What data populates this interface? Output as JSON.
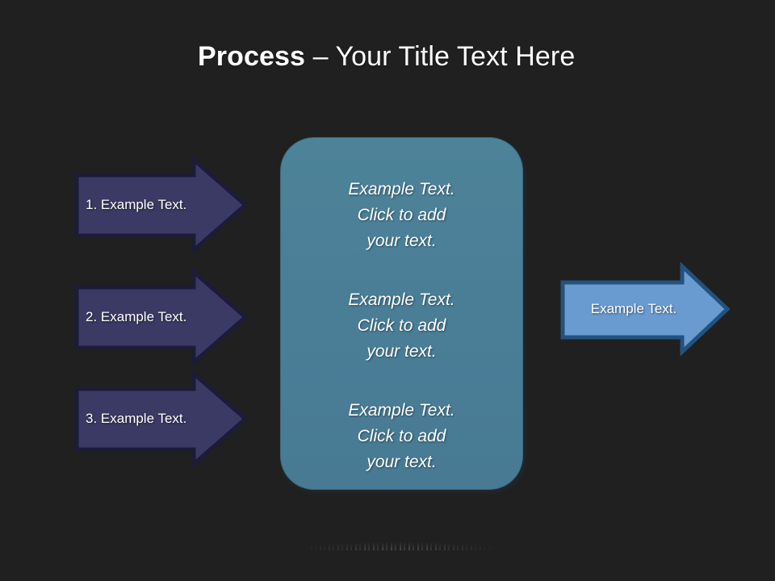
{
  "slide": {
    "title_strong": "Process ",
    "title_light": "– Your Title Text Here",
    "background_top_color": "#2c4453",
    "background_bottom_color": "#ccd1d4"
  },
  "steps": [
    {
      "label": "1. Example Text.",
      "fill": "#3a3a64",
      "stroke": "#1c1c38"
    },
    {
      "label": "2. Example Text.",
      "fill": "#3a3a64",
      "stroke": "#1c1c38"
    },
    {
      "label": "3. Example Text.",
      "fill": "#3a3a64",
      "stroke": "#1c1c38"
    }
  ],
  "center_panel": {
    "fill": "#4a7e98",
    "stroke": "#3d6b80",
    "blocks": [
      "Example Text.\nClick  to add\nyour text.",
      "Example Text.\nClick  to add\nyour text.",
      "Example Text.\nClick  to add\nyour text."
    ]
  },
  "result": {
    "label": "Example Text.",
    "fill": "#6a9bd0",
    "stroke": "#23527f"
  }
}
